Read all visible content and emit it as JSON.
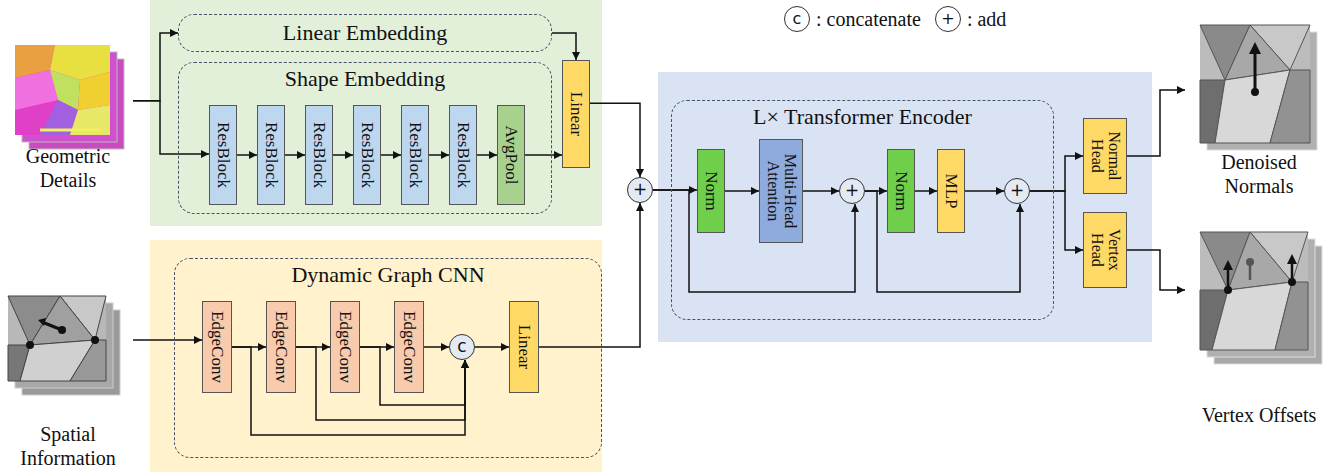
{
  "diagram": {
    "nodes": [
      {
        "text": [
          "Geometric Details"
        ]
      },
      {
        "text": [
          "Linear Embedding"
        ]
      },
      {
        "text": [
          "Shape Embedding"
        ]
      },
      {
        "text": [
          "ResBlock"
        ],
        "in": 2
      },
      {
        "text": [
          "ResBlock"
        ],
        "in": 2
      },
      {
        "text": [
          "ResBlock"
        ],
        "in": 2
      },
      {
        "text": [
          "ResBlock"
        ],
        "in": 2
      },
      {
        "text": [
          "ResBlock"
        ],
        "in": 2
      },
      {
        "text": [
          "ResBlock"
        ],
        "in": 2
      },
      {
        "text": [
          "AvgPool"
        ],
        "in": 2
      },
      {
        "text": [
          "Linear"
        ]
      },
      {
        "text": [
          "Spatial Information"
        ]
      },
      {
        "text": [
          "Dynamic Graph CNN"
        ]
      },
      {
        "text": [
          "EdgeConv"
        ],
        "in": 12
      },
      {
        "text": [
          "EdgeConv"
        ],
        "in": 12
      },
      {
        "text": [
          "EdgeConv"
        ],
        "in": 12
      },
      {
        "text": [
          "EdgeConv"
        ],
        "in": 12
      },
      {
        "text": [
          "c"
        ],
        "in": 12
      },
      {
        "text": [
          "Linear"
        ],
        "in": 12
      },
      {
        "text": [
          "+"
        ]
      },
      {
        "text": [
          "L× Transformer Encoder"
        ]
      },
      {
        "text": [
          "Norm"
        ],
        "in": 20
      },
      {
        "text": [
          "Multi-Head Attention"
        ],
        "in": 20
      },
      {
        "text": [
          "+"
        ],
        "in": 20
      },
      {
        "text": [
          "Norm"
        ],
        "in": 20
      },
      {
        "text": [
          "MLP"
        ],
        "in": 20
      },
      {
        "text": [
          "+"
        ],
        "in": 20
      },
      {
        "text": [
          "Normal Head"
        ]
      },
      {
        "text": [
          "Vertex Head"
        ]
      },
      {
        "text": [
          "Denoised Normals"
        ]
      },
      {
        "text": [
          "Vertex Offsets"
        ]
      }
    ],
    "edges": [
      {
        "from": 0,
        "to": 1,
        "arrow": "to"
      },
      {
        "from": 0,
        "to": 3,
        "arrow": "to"
      },
      {
        "from": 3,
        "to": 4,
        "arrow": "to"
      },
      {
        "from": 4,
        "to": 5,
        "arrow": "to"
      },
      {
        "from": 5,
        "to": 6,
        "arrow": "to"
      },
      {
        "from": 6,
        "to": 7,
        "arrow": "to"
      },
      {
        "from": 7,
        "to": 8,
        "arrow": "to"
      },
      {
        "from": 8,
        "to": 9,
        "arrow": "to"
      },
      {
        "from": 1,
        "to": 10,
        "arrow": "to"
      },
      {
        "from": 9,
        "to": 10,
        "arrow": "to"
      },
      {
        "from": 10,
        "to": 19,
        "arrow": "to"
      },
      {
        "from": 11,
        "to": 13,
        "arrow": "to"
      },
      {
        "from": 13,
        "to": 14,
        "arrow": "to"
      },
      {
        "from": 14,
        "to": 15,
        "arrow": "to"
      },
      {
        "from": 15,
        "to": 16,
        "arrow": "to"
      },
      {
        "from": 16,
        "to": 17,
        "arrow": "to"
      },
      {
        "from": 13,
        "to": 17,
        "arrow": "to"
      },
      {
        "from": 14,
        "to": 17,
        "arrow": "to"
      },
      {
        "from": 15,
        "to": 17,
        "arrow": "to"
      },
      {
        "from": 17,
        "to": 18,
        "arrow": "to"
      },
      {
        "from": 18,
        "to": 19,
        "arrow": "to"
      },
      {
        "from": 19,
        "to": 21,
        "arrow": "to"
      },
      {
        "from": 19,
        "to": 23,
        "arrow": "to"
      },
      {
        "from": 21,
        "to": 22,
        "arrow": "to"
      },
      {
        "from": 22,
        "to": 23,
        "arrow": "to"
      },
      {
        "from": 23,
        "to": 24,
        "arrow": "to"
      },
      {
        "from": 24,
        "to": 25,
        "arrow": "to"
      },
      {
        "from": 25,
        "to": 26,
        "arrow": "to"
      },
      {
        "from": 23,
        "to": 26,
        "arrow": "to"
      },
      {
        "from": 26,
        "to": 27,
        "arrow": "to"
      },
      {
        "from": 26,
        "to": 28,
        "arrow": "to"
      },
      {
        "from": 27,
        "to": 29,
        "arrow": "to"
      },
      {
        "from": 28,
        "to": 30,
        "arrow": "to"
      }
    ],
    "labels": [
      "c",
      ": concatenate",
      "+",
      ": add"
    ]
  }
}
